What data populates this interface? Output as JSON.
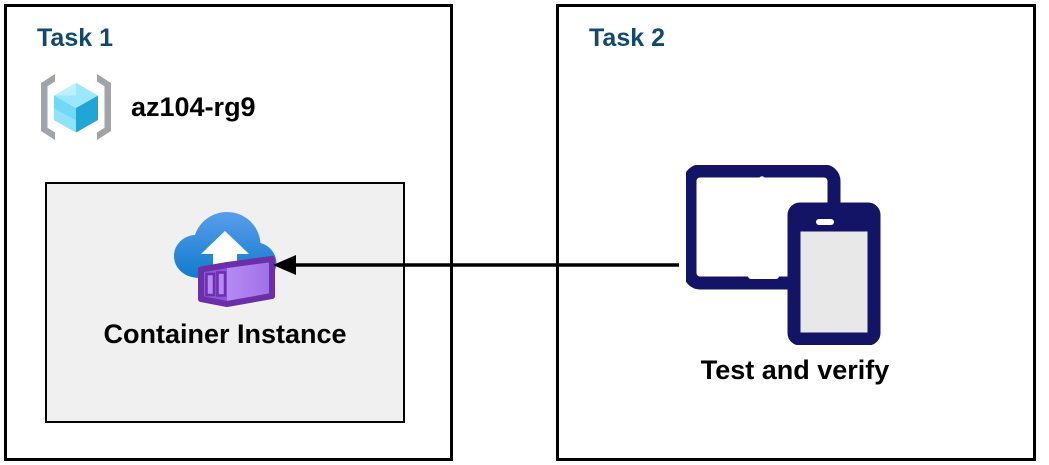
{
  "diagram": {
    "title": "Azure Container Instance task diagram",
    "background_color": "#ffffff",
    "panel_border_color": "#000000",
    "task_title_color": "#12496F",
    "card_background_color": "#F0F0F0",
    "connector_color": "#000000"
  },
  "task1": {
    "title": "Task 1",
    "resource_group": {
      "label": "az104-rg9",
      "icon": "resource-group-icon",
      "icon_colors": {
        "bracket": "#A0A4A8",
        "cube_light": "#9BE7FB",
        "cube_mid": "#32C5F4",
        "cube_dark": "#1FA5D6"
      }
    },
    "container_card": {
      "label": "Container Instance",
      "icon": "container-instance-icon",
      "icon_colors": {
        "cloud_top": "#5197E8",
        "cloud_bottom": "#1380CE",
        "arrow": "#FFFFFF",
        "box_light": "#B083F0",
        "box_mid": "#9A63E8",
        "box_dark": "#6B2FA8"
      }
    }
  },
  "task2": {
    "title": "Task 2",
    "device": {
      "label": "Test and verify",
      "icon": "tablet-and-phone-icon",
      "icon_colors": {
        "frame": "#141466",
        "tablet_screen": "#FFFFFF",
        "phone_screen": "#E8E8E8"
      }
    }
  },
  "connector": {
    "name": "arrow-task2-to-task1",
    "direction": "right-to-left",
    "arrowhead": "left"
  }
}
